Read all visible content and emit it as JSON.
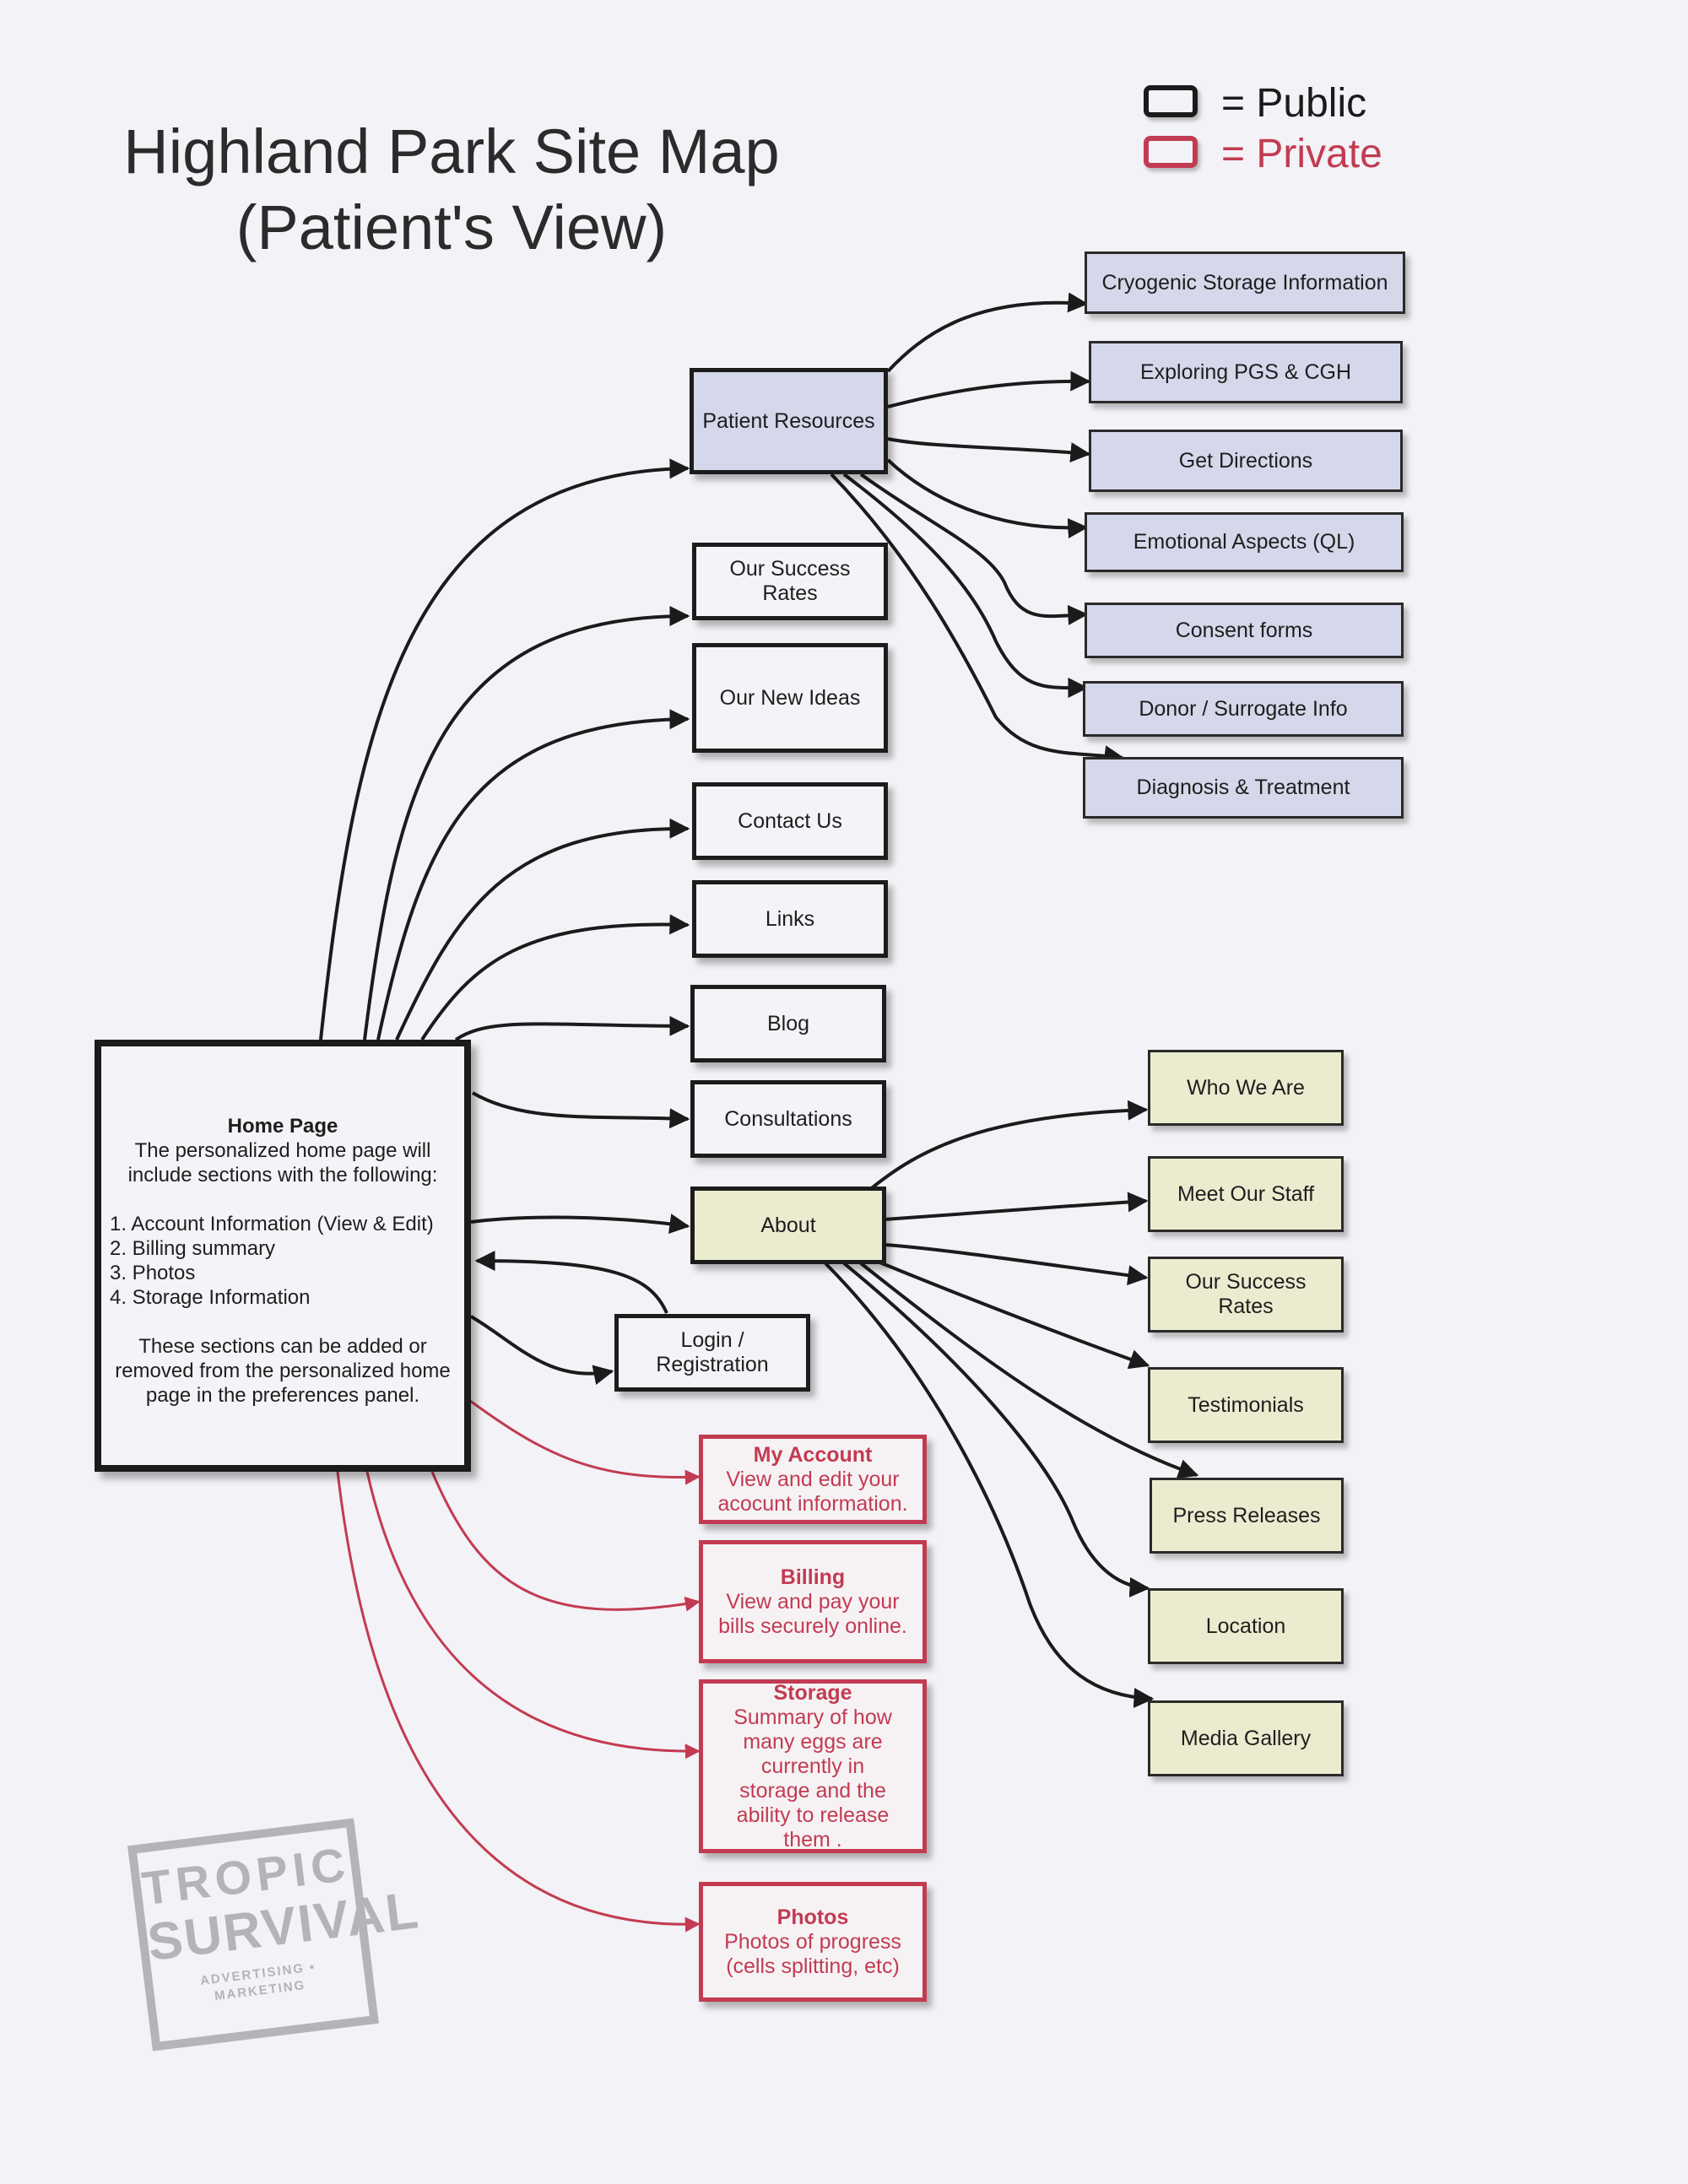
{
  "title": {
    "line1": "Highland Park Site Map",
    "line2": "(Patient's View)"
  },
  "legend": {
    "public_label": "= Public",
    "private_label": "= Private",
    "public_color": "#1b1b1b",
    "private_color": "#c23b52"
  },
  "home": {
    "title": "Home Page",
    "intro": "The personalized home page will include sections with the following:",
    "items": [
      "1. Account Information (View & Edit)",
      "2. Billing summary",
      "3. Photos",
      "4. Storage Information"
    ],
    "note": "These sections can be added or removed from the personalized home page in the preferences panel."
  },
  "main_nodes": {
    "patient_resources": "Patient Resources",
    "success_rates": "Our Success Rates",
    "new_ideas": "Our New Ideas",
    "contact": "Contact Us",
    "links": "Links",
    "blog": "Blog",
    "consultations": "Consultations",
    "about": "About",
    "login": "Login / Registration"
  },
  "resources": [
    "Cryogenic Storage Information",
    "Exploring PGS & CGH",
    "Get Directions",
    "Emotional Aspects (QL)",
    "Consent forms",
    "Donor / Surrogate Info",
    "Diagnosis & Treatment"
  ],
  "about_items": [
    "Who We Are",
    "Meet Our Staff",
    "Our Success Rates",
    "Testimonials",
    "Press Releases",
    "Location",
    "Media Gallery"
  ],
  "private": {
    "account": {
      "title": "My Account",
      "desc": "View and edit your acocunt information."
    },
    "billing": {
      "title": "Billing",
      "desc": "View and pay your bills securely online."
    },
    "storage": {
      "title": "Storage",
      "desc": "Summary of how many eggs are currently in storage and the ability to release them ."
    },
    "photos": {
      "title": "Photos",
      "desc": "Photos of progress (cells splitting, etc)"
    }
  },
  "stamp": {
    "line1": "TROPIC",
    "line2": "SURVIVAL",
    "line3": "ADVERTISING • MARKETING"
  }
}
